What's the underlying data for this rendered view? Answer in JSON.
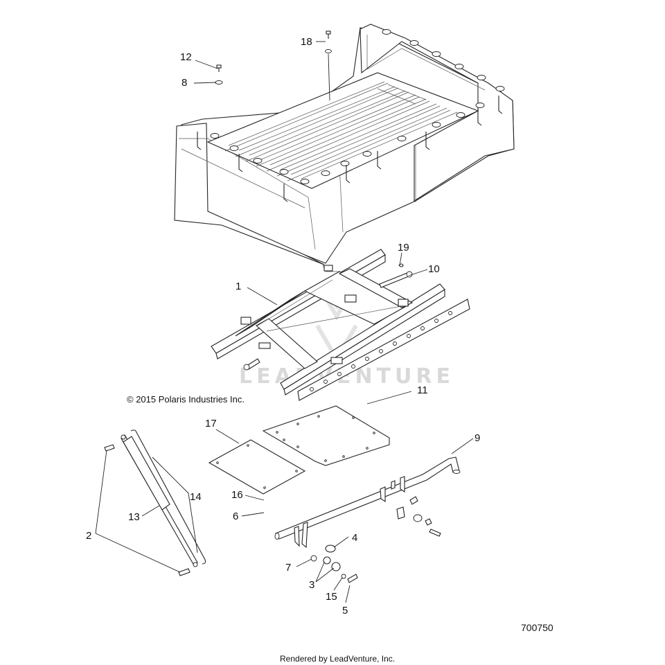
{
  "copyright": "© 2015 Polaris Industries Inc.",
  "diagram_code": "700750",
  "credit": "Rendered by LeadVenture, Inc.",
  "watermark": "LEADVENTURE",
  "callouts": {
    "c1": "1",
    "c2": "2",
    "c3": "3",
    "c4": "4",
    "c5": "5",
    "c6": "6",
    "c7": "7",
    "c8": "8",
    "c9": "9",
    "c10": "10",
    "c11": "11",
    "c12": "12",
    "c13": "13",
    "c14": "14",
    "c15": "15",
    "c16": "16",
    "c17": "17",
    "c18": "18",
    "c19": "19"
  }
}
